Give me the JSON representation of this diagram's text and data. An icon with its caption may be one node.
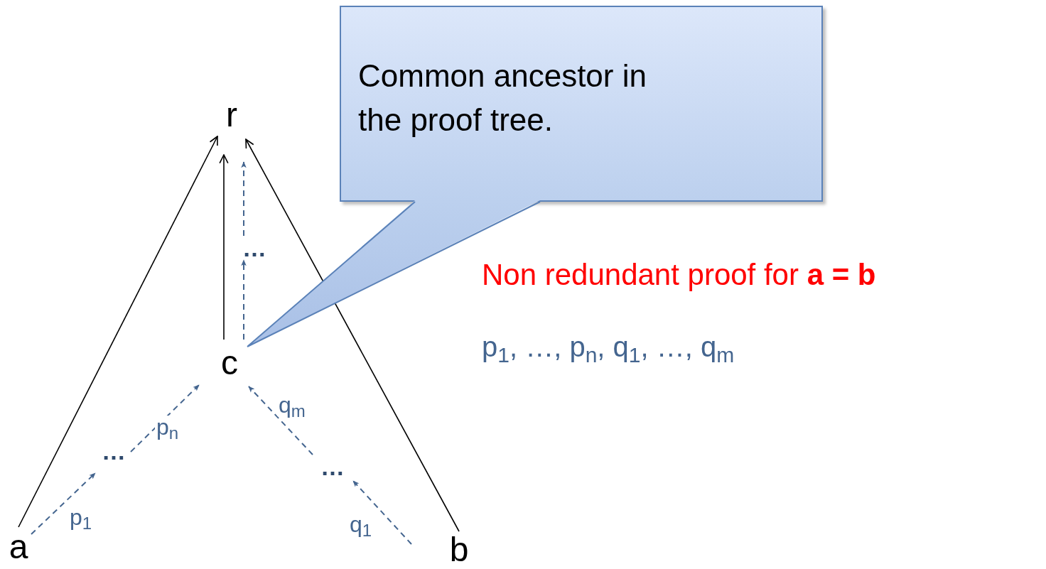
{
  "diagram": {
    "nodes": [
      {
        "text": [
          "r"
        ]
      },
      {
        "text": [
          "c"
        ]
      },
      {
        "text": [
          "a"
        ]
      },
      {
        "text": [
          "b"
        ]
      },
      {
        "text": [
          "…"
        ]
      },
      {
        "text": [
          "…"
        ]
      },
      {
        "text": [
          "…"
        ]
      },
      {
        "text": [
          "Common ancestor in the proof tree."
        ]
      }
    ],
    "edges": [
      {
        "from": 2,
        "to": 0,
        "arrow": "to",
        "color": "#000000"
      },
      {
        "from": 1,
        "to": 0,
        "arrow": "to",
        "color": "#000000"
      },
      {
        "from": 3,
        "to": 0,
        "arrow": "to",
        "color": "#000000"
      },
      {
        "from": 1,
        "to": 4,
        "arrow": "to",
        "style": "dashed",
        "color": "#44658f"
      },
      {
        "from": 4,
        "to": 0,
        "arrow": "to",
        "style": "dashed",
        "color": "#44658f"
      },
      {
        "from": 2,
        "to": 5,
        "arrow": "to",
        "style": "dashed",
        "color": "#44658f",
        "label": "p$_{1}$"
      },
      {
        "from": 5,
        "to": 1,
        "arrow": "to",
        "style": "dashed",
        "color": "#44658f",
        "label": "p$_{n}$"
      },
      {
        "from": 3,
        "to": 6,
        "arrow": "to",
        "style": "dashed",
        "color": "#44658f",
        "label": "q$_{1}$"
      },
      {
        "from": 6,
        "to": 1,
        "arrow": "to",
        "style": "dashed",
        "color": "#44658f",
        "label": "q$_{m}$"
      },
      {
        "from": 7,
        "to": 1,
        "arrow": "none"
      }
    ],
    "labels": [
      "Non redundant proof for **a = b**",
      "p$_{1}$, …, p$_{n}$, q$_{1}$, …, q$_{m}$"
    ]
  }
}
